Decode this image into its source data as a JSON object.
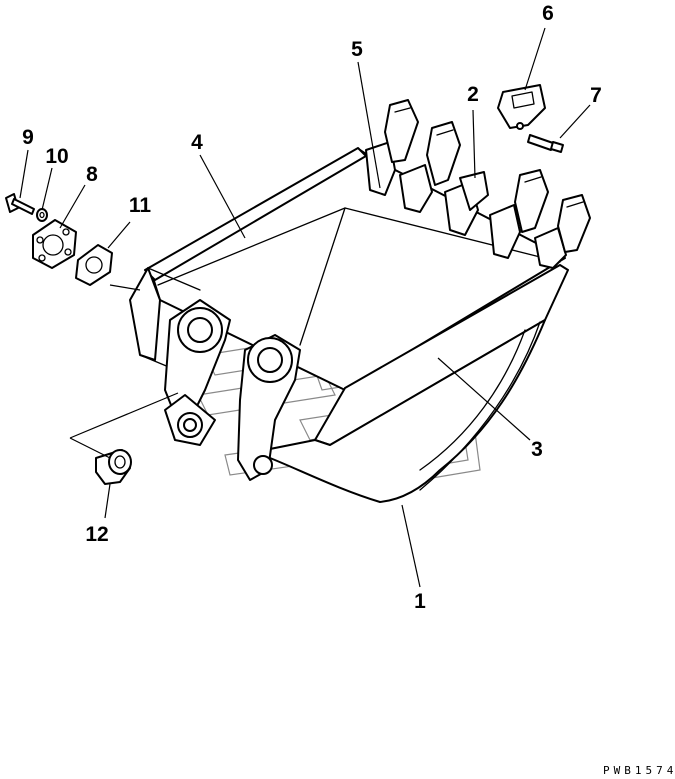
{
  "callouts": {
    "c1": "1",
    "c2": "2",
    "c3": "3",
    "c4": "4",
    "c5": "5",
    "c6": "6",
    "c7": "7",
    "c8": "8",
    "c9": "9",
    "c10": "10",
    "c11": "11",
    "c12": "12"
  },
  "document_code": "PWB1574"
}
